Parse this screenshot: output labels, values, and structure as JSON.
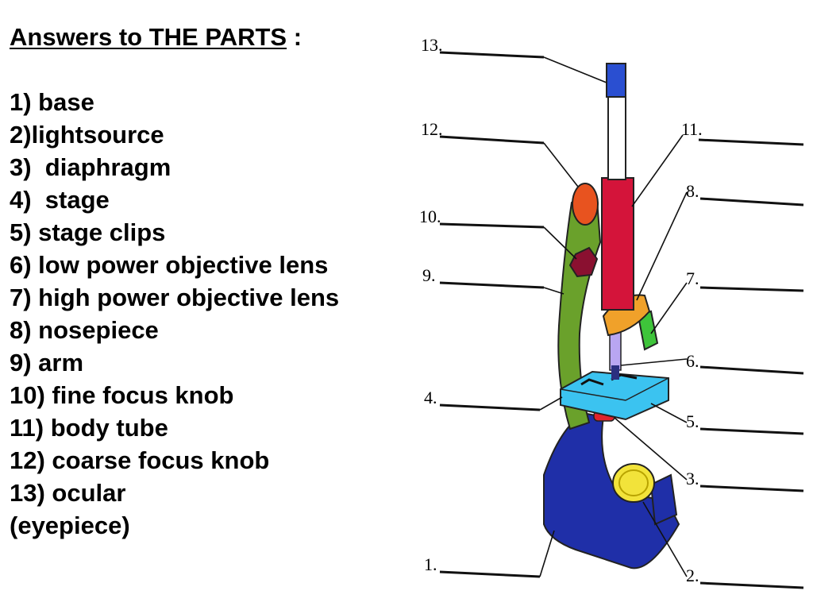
{
  "heading": {
    "title": "Answers to THE PARTS",
    "colon": ":"
  },
  "answers": [
    "1) base",
    "2)lightsource",
    "3)  diaphragm",
    "4)  stage",
    "5) stage clips",
    "6) low power objective lens",
    "7) high power objective lens",
    "8) nosepiece",
    "9) arm",
    "10) fine focus knob",
    "11) body tube",
    "12) coarse focus knob",
    "13) ocular",
    "(eyepiece)"
  ],
  "diagram": {
    "labels": [
      "1.",
      "2.",
      "3.",
      "4.",
      "5.",
      "6.",
      "7.",
      "8.",
      "9.",
      "10.",
      "11.",
      "12.",
      "13."
    ],
    "colors": {
      "base": "#1f2fa8",
      "arm": "#6aa12b",
      "body_tube": "#d4143a",
      "eyepiece_cap": "#2a4fd1",
      "stage": "#3bc3f0",
      "light": "#f2e33a",
      "nosepiece": "#f0a12a",
      "coarse_knob": "#e8531f",
      "fine_knob": "#8a1030",
      "high_power_lens": "#3ec43a",
      "low_power_lens": "#b9a6f2"
    }
  }
}
